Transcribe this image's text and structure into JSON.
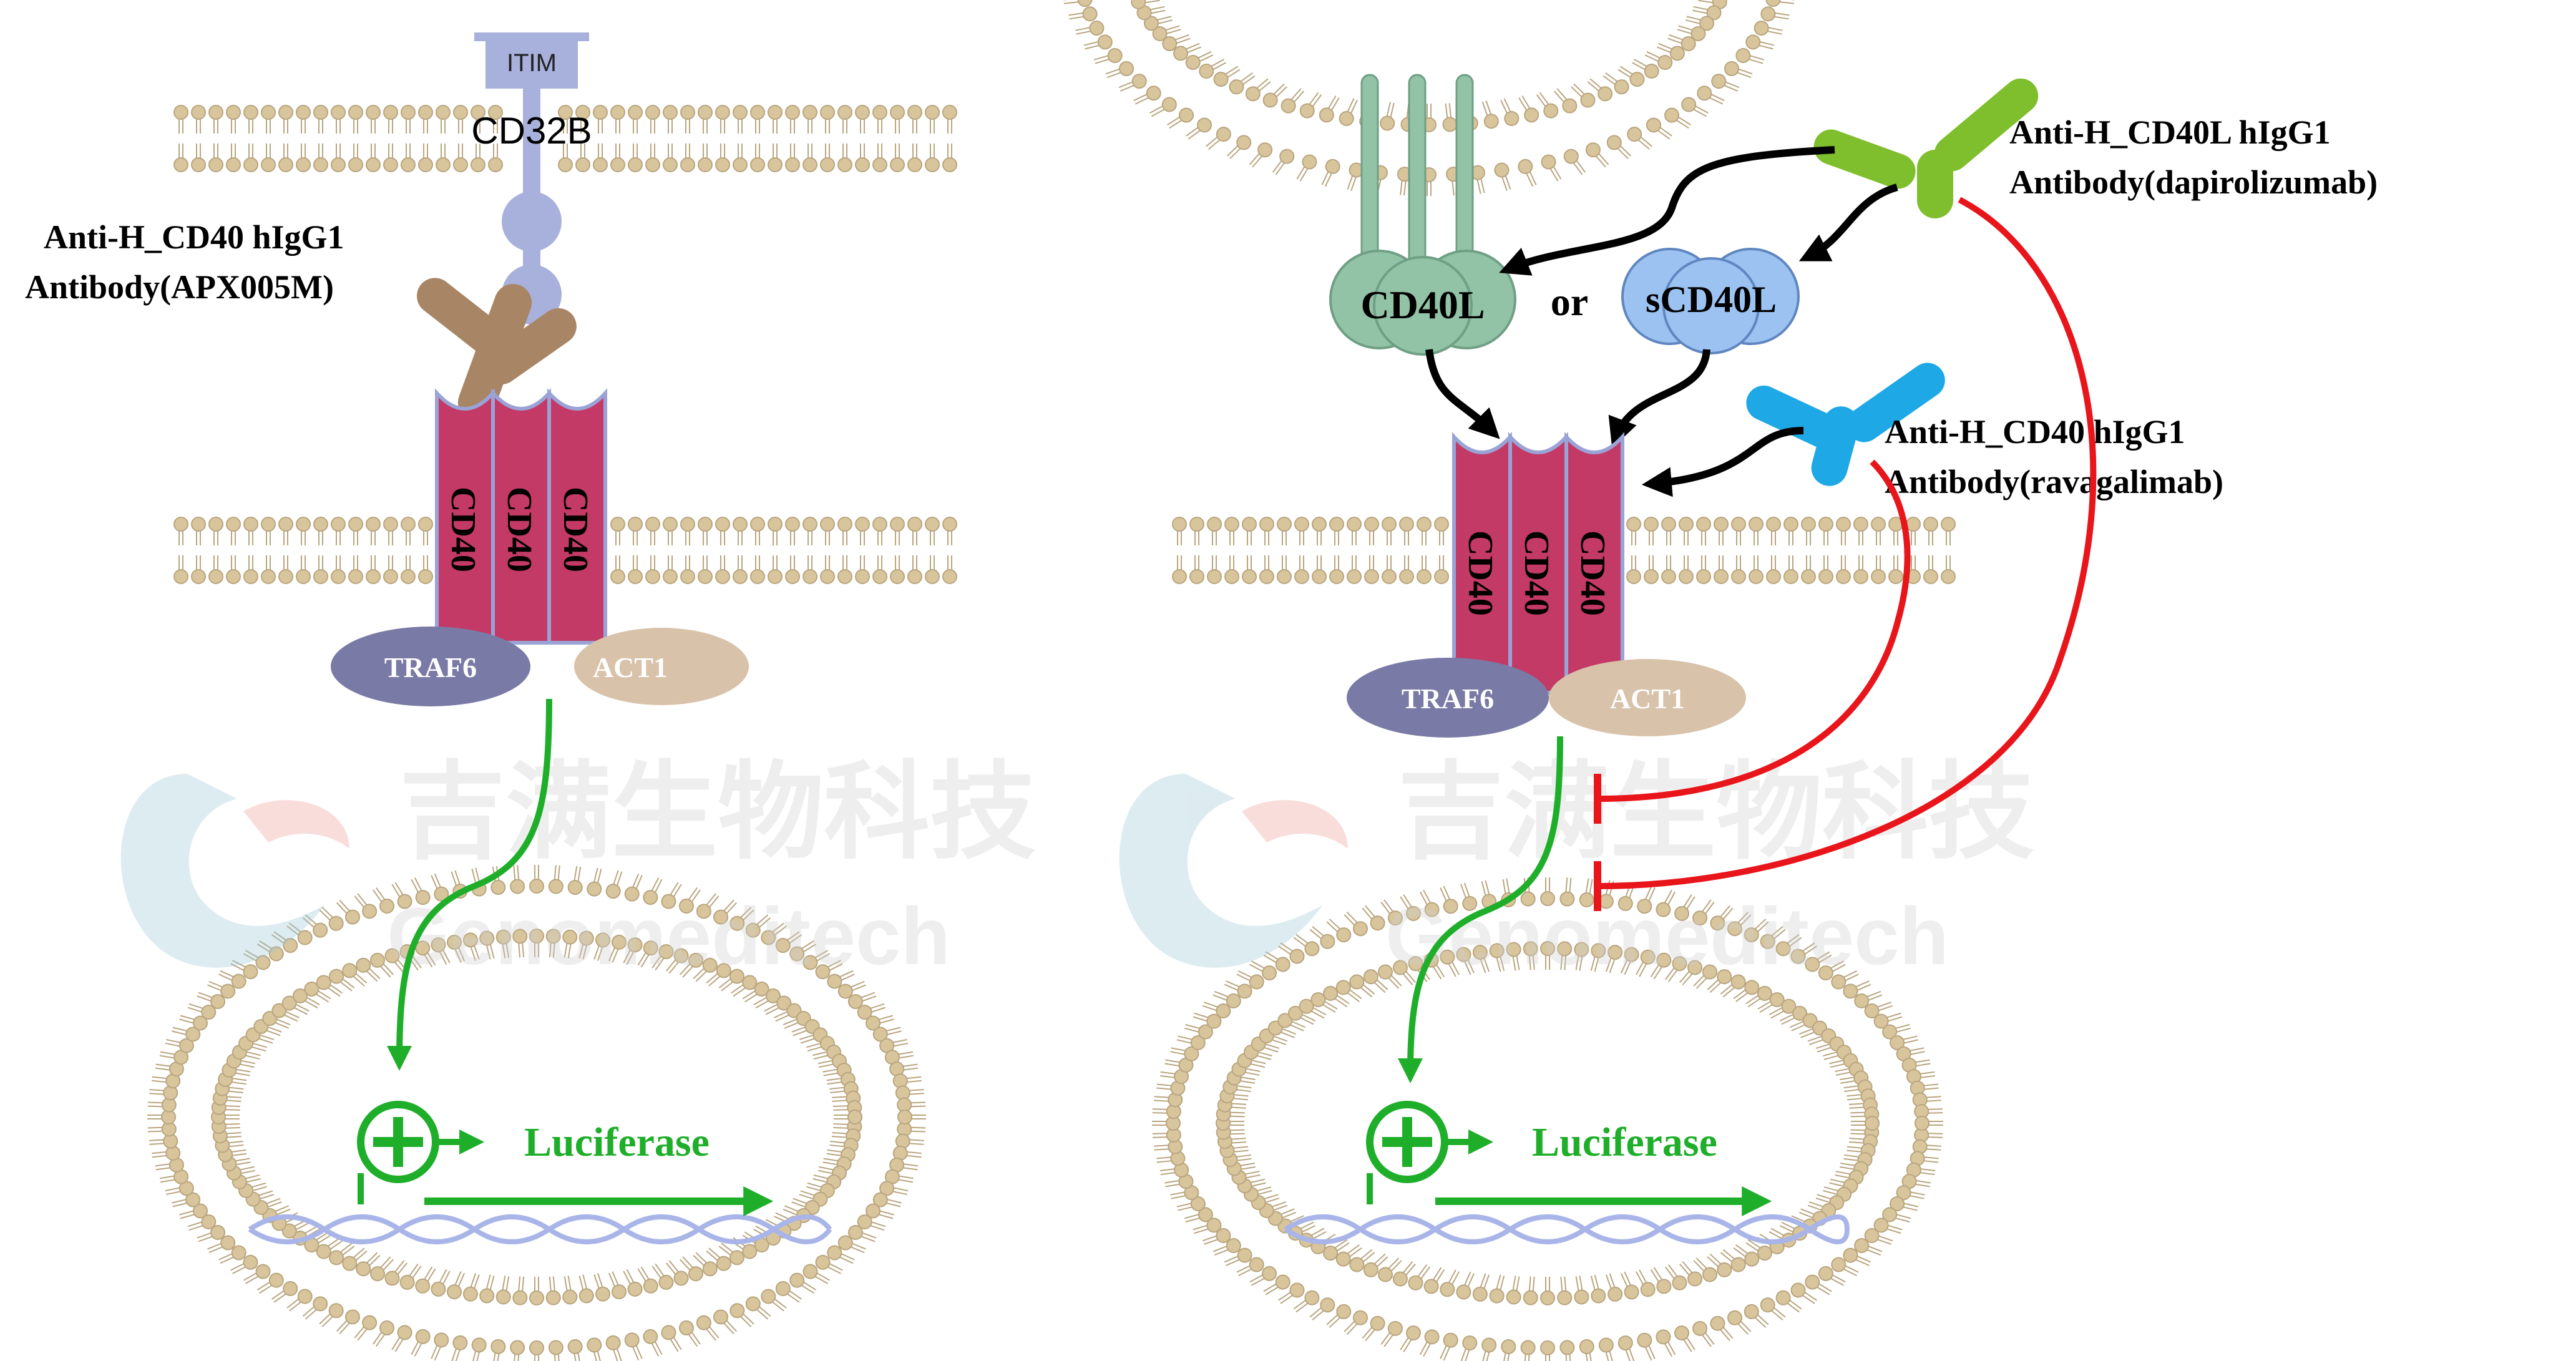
{
  "watermark": {
    "cn": "吉满生物科技",
    "en": "Genomeditech"
  },
  "left_panel": {
    "itim": "ITIM",
    "cd32b": "CD32B",
    "antibody_line1": "Anti-H_CD40 hIgG1",
    "antibody_line2": "Antibody(APX005M)",
    "cd40": [
      "CD40",
      "CD40",
      "CD40"
    ],
    "traf6": "TRAF6",
    "act1": "ACT1",
    "reporter": "Luciferase"
  },
  "right_panel": {
    "cd40l": "CD40L",
    "or": "or",
    "scd40l": "sCD40L",
    "anti_cd40l_line1": "Anti-H_CD40L hIgG1",
    "anti_cd40l_line2": "Antibody(dapirolizumab)",
    "anti_cd40_line1": "Anti-H_CD40 hIgG1",
    "anti_cd40_line2": "Antibody(ravagalimab)",
    "cd40": [
      "CD40",
      "CD40",
      "CD40"
    ],
    "traf6": "TRAF6",
    "act1": "ACT1",
    "reporter": "Luciferase"
  },
  "colors": {
    "cd40": "#c33a66",
    "cd40_edge": "#9aa3d6",
    "traf6": "#7a7aa6",
    "act1": "#d8c2aa",
    "cd40l": "#93c3a6",
    "scd40l": "#9cc2f2",
    "apx005m": "#a88565",
    "dapirolizumab": "#7fbe2c",
    "ravagalimab": "#1ea8e6",
    "cd32b": "#a8b0dc",
    "activation": "#1fae2a",
    "inhibition": "#e8151b",
    "lipid_head": "#d8c59c",
    "dna": "#a9b5e8"
  }
}
